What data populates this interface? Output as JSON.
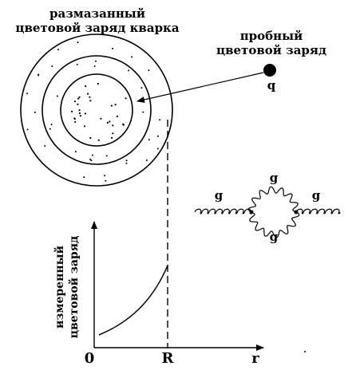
{
  "labels": {
    "smeared_charge": [
      "размазанный",
      "цветовой заряд кварка"
    ],
    "test_charge": [
      "пробный",
      "цветовой заряд"
    ],
    "test_charge_symbol": "q",
    "gluon_left": "g",
    "gluon_right": "g",
    "gluon_loop_top": "g",
    "gluon_loop_bottom": "g",
    "y_axis": [
      "измеренный",
      "цветовой заряд"
    ],
    "x_origin": "0",
    "x_radius": "R",
    "x_axis": "r"
  },
  "colors": {
    "ink": "#000000",
    "background": "#ffffff"
  }
}
